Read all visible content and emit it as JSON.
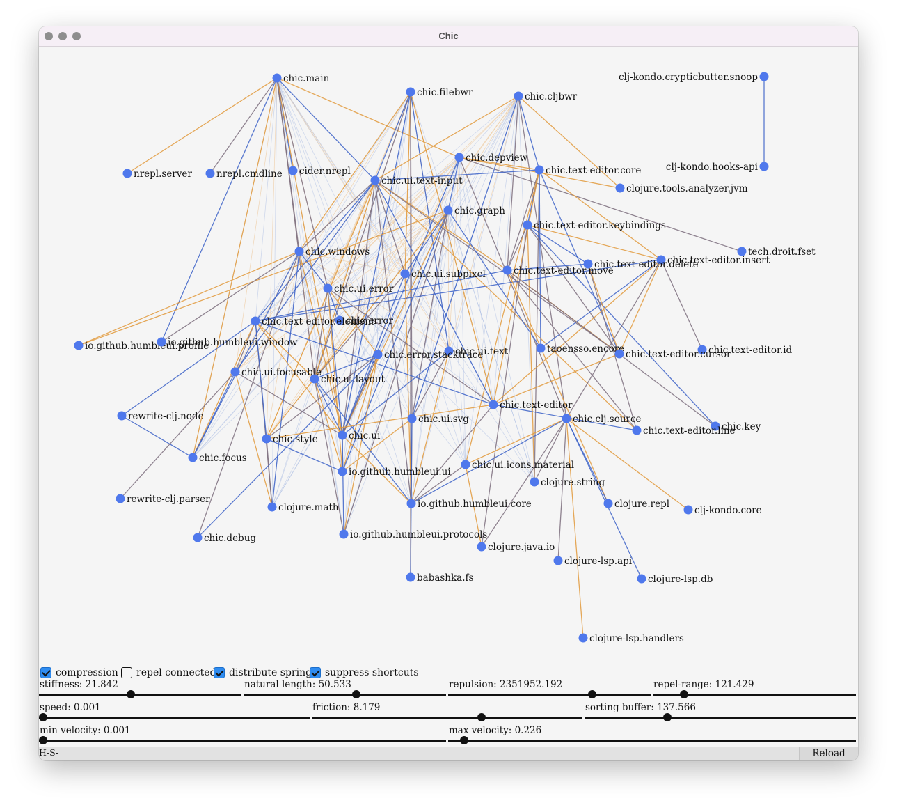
{
  "window": {
    "title": "Chic"
  },
  "graph": {
    "nodes": [
      {
        "id": "chic.main",
        "label": "chic.main"
      },
      {
        "id": "chic.filebwr",
        "label": "chic.filebwr"
      },
      {
        "id": "chic.cljbwr",
        "label": "chic.cljbwr"
      },
      {
        "id": "clj-kondo.crypticbutter.snoop",
        "label": "clj-kondo.crypticbutter.snoop"
      },
      {
        "id": "nrepl.server",
        "label": "nrepl.server"
      },
      {
        "id": "nrepl.cmdline",
        "label": "nrepl.cmdline"
      },
      {
        "id": "cider.nrepl",
        "label": "cider.nrepl"
      },
      {
        "id": "chic.depview",
        "label": "chic.depview"
      },
      {
        "id": "chic.text-editor.core",
        "label": "chic.text-editor.core"
      },
      {
        "id": "clj-kondo.hooks-api",
        "label": "clj-kondo.hooks-api"
      },
      {
        "id": "chic.ui.text-input",
        "label": "chic.ui.text-input"
      },
      {
        "id": "clojure.tools.analyzer.jvm",
        "label": "clojure.tools.analyzer.jvm"
      },
      {
        "id": "chic.graph",
        "label": "chic.graph"
      },
      {
        "id": "chic.text-editor.keybindings",
        "label": "chic.text-editor.keybindings"
      },
      {
        "id": "tech.droit.fset",
        "label": "tech.droit.fset"
      },
      {
        "id": "chic.windows",
        "label": "chic.windows"
      },
      {
        "id": "chic.text-editor.insert",
        "label": "chic.text-editor.insert"
      },
      {
        "id": "chic.text-editor.delete",
        "label": "chic.text-editor.delete"
      },
      {
        "id": "chic.text-editor.move",
        "label": "chic.text-editor.move"
      },
      {
        "id": "chic.ui.subpixel",
        "label": "chic.ui.subpixel"
      },
      {
        "id": "chic.ui.error",
        "label": "chic.ui.error"
      },
      {
        "id": "chic.error",
        "label": "chic.error"
      },
      {
        "id": "chic.text-editor.element",
        "label": "chic.text-editor.element"
      },
      {
        "id": "io.github.humbleui.profile",
        "label": "io.github.humbleui.profile"
      },
      {
        "id": "io.github.humbleui.window",
        "label": "io.github.humbleui.window"
      },
      {
        "id": "taoensso.encore",
        "label": "taoensso.encore"
      },
      {
        "id": "chic.text-editor.id",
        "label": "chic.text-editor.id"
      },
      {
        "id": "chic.ui.text",
        "label": "chic.ui.text"
      },
      {
        "id": "chic.error.stacktrace",
        "label": "chic.error.stacktrace"
      },
      {
        "id": "chic.text-editor.cursor",
        "label": "chic.text-editor.cursor"
      },
      {
        "id": "chic.ui.focusable",
        "label": "chic.ui.focusable"
      },
      {
        "id": "chic.ui.layout",
        "label": "chic.ui.layout"
      },
      {
        "id": "chic.text-editor",
        "label": "chic.text-editor"
      },
      {
        "id": "rewrite-clj.node",
        "label": "rewrite-clj.node"
      },
      {
        "id": "chic.ui.svg",
        "label": "chic.ui.svg"
      },
      {
        "id": "chic.clj.source",
        "label": "chic.clj.source"
      },
      {
        "id": "chic.key",
        "label": "chic.key"
      },
      {
        "id": "chic.text-editor.line",
        "label": "chic.text-editor.line"
      },
      {
        "id": "chic.style",
        "label": "chic.style"
      },
      {
        "id": "chic.ui",
        "label": "chic.ui"
      },
      {
        "id": "chic.focus",
        "label": "chic.focus"
      },
      {
        "id": "chic.ui.icons.material",
        "label": "chic.ui.icons.material"
      },
      {
        "id": "io.github.humbleui.ui",
        "label": "io.github.humbleui.ui"
      },
      {
        "id": "clojure.string",
        "label": "clojure.string"
      },
      {
        "id": "rewrite-clj.parser",
        "label": "rewrite-clj.parser"
      },
      {
        "id": "io.github.humbleui.core",
        "label": "io.github.humbleui.core"
      },
      {
        "id": "clojure.repl",
        "label": "clojure.repl"
      },
      {
        "id": "clojure.math",
        "label": "clojure.math"
      },
      {
        "id": "clj-kondo.core",
        "label": "clj-kondo.core"
      },
      {
        "id": "chic.debug",
        "label": "chic.debug"
      },
      {
        "id": "io.github.humbleui.protocols",
        "label": "io.github.humbleui.protocols"
      },
      {
        "id": "clojure.java.io",
        "label": "clojure.java.io"
      },
      {
        "id": "clojure-lsp.api",
        "label": "clojure-lsp.api"
      },
      {
        "id": "babashka.fs",
        "label": "babashka.fs"
      },
      {
        "id": "clojure-lsp.db",
        "label": "clojure-lsp.db"
      },
      {
        "id": "clojure-lsp.handlers",
        "label": "clojure-lsp.handlers"
      }
    ],
    "edges": [
      [
        "clj-kondo.crypticbutter.snoop",
        "clj-kondo.hooks-api"
      ],
      [
        "chic.main",
        "nrepl.server"
      ],
      [
        "chic.main",
        "nrepl.cmdline"
      ],
      [
        "chic.main",
        "cider.nrepl"
      ],
      [
        "chic.main",
        "chic.depview"
      ],
      [
        "chic.main",
        "chic.windows"
      ],
      [
        "chic.main",
        "chic.ui.text-input"
      ],
      [
        "chic.main",
        "chic.focus"
      ],
      [
        "chic.main",
        "chic.ui.error"
      ],
      [
        "chic.main",
        "io.github.humbleui.window"
      ],
      [
        "chic.main",
        "chic.ui"
      ],
      [
        "chic.main",
        "chic.ui.layout"
      ],
      [
        "chic.filebwr",
        "chic.ui.text-input"
      ],
      [
        "chic.filebwr",
        "chic.windows"
      ],
      [
        "chic.filebwr",
        "chic.ui.svg"
      ],
      [
        "chic.filebwr",
        "chic.ui.text"
      ],
      [
        "chic.filebwr",
        "chic.ui.subpixel"
      ],
      [
        "chic.filebwr",
        "chic.ui.layout"
      ],
      [
        "chic.filebwr",
        "chic.ui"
      ],
      [
        "chic.filebwr",
        "chic.text-editor"
      ],
      [
        "chic.filebwr",
        "babashka.fs"
      ],
      [
        "chic.cljbwr",
        "chic.text-editor.core"
      ],
      [
        "chic.cljbwr",
        "chic.ui.text-input"
      ],
      [
        "chic.cljbwr",
        "chic.clj.source"
      ],
      [
        "chic.cljbwr",
        "chic.ui.svg"
      ],
      [
        "chic.cljbwr",
        "clojure.tools.analyzer.jvm"
      ],
      [
        "chic.cljbwr",
        "chic.text-editor.move"
      ],
      [
        "chic.depview",
        "chic.graph"
      ],
      [
        "chic.depview",
        "chic.text-editor.core"
      ],
      [
        "chic.depview",
        "tech.droit.fset"
      ],
      [
        "chic.depview",
        "chic.ui"
      ],
      [
        "chic.depview",
        "clojure.tools.analyzer.jvm"
      ],
      [
        "chic.depview",
        "chic.clj.source"
      ],
      [
        "chic.text-editor.core",
        "chic.text-editor.keybindings"
      ],
      [
        "chic.text-editor.core",
        "chic.text-editor.insert"
      ],
      [
        "chic.text-editor.core",
        "chic.text-editor.move"
      ],
      [
        "chic.text-editor.core",
        "chic.text-editor.cursor"
      ],
      [
        "chic.text-editor.core",
        "chic.text-editor"
      ],
      [
        "chic.text-editor.core",
        "clojure.string"
      ],
      [
        "chic.text-editor.core",
        "taoensso.encore"
      ],
      [
        "chic.text-editor.core",
        "chic.ui.icons.material"
      ],
      [
        "chic.ui.text-input",
        "chic.windows"
      ],
      [
        "chic.ui.text-input",
        "chic.text-editor.core"
      ],
      [
        "chic.ui.text-input",
        "chic.text-editor.move"
      ],
      [
        "chic.ui.text-input",
        "chic.text-editor.cursor"
      ],
      [
        "chic.ui.text-input",
        "chic.ui.focusable"
      ],
      [
        "chic.ui.text-input",
        "chic.ui.layout"
      ],
      [
        "chic.ui.text-input",
        "chic.ui"
      ],
      [
        "chic.ui.text-input",
        "chic.text-editor"
      ],
      [
        "chic.ui.text-input",
        "chic.style"
      ],
      [
        "chic.ui.text-input",
        "chic.ui.subpixel"
      ],
      [
        "chic.ui.text-input",
        "chic.text-editor.element"
      ],
      [
        "chic.ui.text-input",
        "chic.text-editor.line"
      ],
      [
        "chic.ui.text-input",
        "io.github.humbleui.core"
      ],
      [
        "chic.graph",
        "chic.ui.subpixel"
      ],
      [
        "chic.graph",
        "chic.ui"
      ],
      [
        "chic.graph",
        "chic.ui.svg"
      ],
      [
        "chic.graph",
        "io.github.humbleui.ui"
      ],
      [
        "chic.graph",
        "chic.style"
      ],
      [
        "chic.graph",
        "io.github.humbleui.protocols"
      ],
      [
        "chic.graph",
        "taoensso.encore"
      ],
      [
        "chic.graph",
        "io.github.humbleui.profile"
      ],
      [
        "chic.text-editor.keybindings",
        "chic.text-editor.move"
      ],
      [
        "chic.text-editor.keybindings",
        "chic.text-editor.delete"
      ],
      [
        "chic.text-editor.keybindings",
        "chic.text-editor.insert"
      ],
      [
        "chic.text-editor.keybindings",
        "chic.text-editor.cursor"
      ],
      [
        "chic.text-editor.keybindings",
        "chic.key"
      ],
      [
        "chic.text-editor.keybindings",
        "clojure.string"
      ],
      [
        "chic.text-editor.keybindings",
        "clojure.java.io"
      ],
      [
        "chic.windows",
        "chic.ui.error"
      ],
      [
        "chic.windows",
        "io.github.humbleui.profile"
      ],
      [
        "chic.windows",
        "io.github.humbleui.window"
      ],
      [
        "chic.windows",
        "chic.focus"
      ],
      [
        "chic.windows",
        "chic.ui"
      ],
      [
        "chic.windows",
        "chic.debug"
      ],
      [
        "chic.windows",
        "clojure.math"
      ],
      [
        "chic.text-editor.insert",
        "chic.text-editor.cursor"
      ],
      [
        "chic.text-editor.insert",
        "chic.text-editor.id"
      ],
      [
        "chic.text-editor.insert",
        "taoensso.encore"
      ],
      [
        "chic.text-editor.insert",
        "chic.text-editor"
      ],
      [
        "chic.text-editor.insert",
        "chic.clj.source"
      ],
      [
        "chic.text-editor.insert",
        "chic.text-editor.element"
      ],
      [
        "chic.text-editor.delete",
        "chic.text-editor.cursor"
      ],
      [
        "chic.text-editor.delete",
        "chic.text-editor.line"
      ],
      [
        "chic.text-editor.delete",
        "chic.text-editor.move"
      ],
      [
        "chic.text-editor.move",
        "chic.text-editor.cursor"
      ],
      [
        "chic.text-editor.move",
        "chic.text-editor.line"
      ],
      [
        "chic.text-editor.move",
        "chic.text-editor.element"
      ],
      [
        "chic.text-editor.move",
        "clojure.repl"
      ],
      [
        "chic.text-editor.move",
        "chic.key"
      ],
      [
        "chic.ui.subpixel",
        "chic.ui"
      ],
      [
        "chic.ui.subpixel",
        "io.github.humbleui.core"
      ],
      [
        "chic.ui.subpixel",
        "chic.ui.layout"
      ],
      [
        "chic.ui.error",
        "chic.error"
      ],
      [
        "chic.ui.error",
        "chic.error.stacktrace"
      ],
      [
        "chic.ui.error",
        "chic.ui.layout"
      ],
      [
        "chic.ui.error",
        "chic.ui"
      ],
      [
        "chic.ui.error",
        "io.github.humbleui.ui"
      ],
      [
        "chic.ui.error",
        "chic.text-editor"
      ],
      [
        "chic.text-editor.element",
        "chic.text-editor"
      ],
      [
        "chic.text-editor.element",
        "chic.ui.layout"
      ],
      [
        "chic.text-editor.element",
        "chic.ui.focusable"
      ],
      [
        "chic.text-editor.element",
        "rewrite-clj.node"
      ],
      [
        "chic.text-editor.element",
        "chic.ui"
      ],
      [
        "chic.text-editor.element",
        "clojure.math"
      ],
      [
        "chic.text-editor.element",
        "chic.style"
      ],
      [
        "chic.text-editor.element",
        "chic.focus"
      ],
      [
        "chic.error.stacktrace",
        "chic.ui"
      ],
      [
        "chic.error.stacktrace",
        "chic.ui.layout"
      ],
      [
        "chic.error.stacktrace",
        "io.github.humbleui.ui"
      ],
      [
        "chic.error.stacktrace",
        "chic.style"
      ],
      [
        "chic.error.stacktrace",
        "chic.debug"
      ],
      [
        "chic.error.stacktrace",
        "io.github.humbleui.protocols"
      ],
      [
        "chic.ui.text",
        "chic.ui.svg"
      ],
      [
        "chic.ui.text",
        "chic.ui"
      ],
      [
        "chic.ui.text",
        "io.github.humbleui.core"
      ],
      [
        "chic.ui.focusable",
        "chic.ui"
      ],
      [
        "chic.ui.focusable",
        "chic.focus"
      ],
      [
        "chic.ui.focusable",
        "clojure.math"
      ],
      [
        "chic.ui.focusable",
        "rewrite-clj.parser"
      ],
      [
        "chic.ui.layout",
        "chic.ui"
      ],
      [
        "chic.ui.layout",
        "io.github.humbleui.ui"
      ],
      [
        "chic.ui.layout",
        "io.github.humbleui.protocols"
      ],
      [
        "chic.ui.layout",
        "io.github.humbleui.core"
      ],
      [
        "chic.text-editor",
        "chic.style"
      ],
      [
        "chic.text-editor",
        "io.github.humbleui.core"
      ],
      [
        "chic.text-editor",
        "chic.text-editor.line"
      ],
      [
        "chic.text-editor",
        "chic.text-editor.cursor"
      ],
      [
        "chic.clj.source",
        "clojure.string"
      ],
      [
        "chic.clj.source",
        "clojure.repl"
      ],
      [
        "chic.clj.source",
        "clj-kondo.core"
      ],
      [
        "chic.clj.source",
        "clojure-lsp.api"
      ],
      [
        "chic.clj.source",
        "clojure-lsp.db"
      ],
      [
        "chic.clj.source",
        "clojure-lsp.handlers"
      ],
      [
        "chic.clj.source",
        "clojure.java.io"
      ],
      [
        "chic.clj.source",
        "io.github.humbleui.core"
      ],
      [
        "chic.clj.source",
        "chic.ui.icons.material"
      ],
      [
        "chic.ui.svg",
        "io.github.humbleui.core"
      ],
      [
        "chic.ui.svg",
        "babashka.fs"
      ],
      [
        "chic.ui.svg",
        "io.github.humbleui.ui"
      ],
      [
        "chic.ui",
        "io.github.humbleui.ui"
      ],
      [
        "chic.ui",
        "io.github.humbleui.protocols"
      ],
      [
        "chic.ui",
        "io.github.humbleui.core"
      ],
      [
        "chic.style",
        "clojure.math"
      ],
      [
        "chic.style",
        "io.github.humbleui.ui"
      ],
      [
        "chic.ui.icons.material",
        "clojure.java.io"
      ],
      [
        "chic.ui.icons.material",
        "io.github.humbleui.core"
      ],
      [
        "rewrite-clj.node",
        "chic.focus"
      ]
    ]
  },
  "controls": {
    "checkboxes": [
      {
        "label": "compression",
        "checked": true
      },
      {
        "label": "repel connected",
        "checked": false
      },
      {
        "label": "distribute spring",
        "checked": true
      },
      {
        "label": "suppress shortcuts",
        "checked": true
      }
    ],
    "sliders": [
      {
        "label": "stiffness: 21.842",
        "value": 0.45
      },
      {
        "label": "natural length: 50.533",
        "value": 0.56
      },
      {
        "label": "repulsion: 2351952.192",
        "value": 0.72
      },
      {
        "label": "repel-range: 121.429",
        "value": 0.14
      },
      {
        "label": "speed: 0.001",
        "value": 0.0
      },
      {
        "label": "friction: 8.179",
        "value": 0.63
      },
      {
        "label": "sorting buffer: 137.566",
        "value": 0.3
      },
      {
        "label": "min velocity: 0.001",
        "value": 0.0
      },
      {
        "label": "max velocity: 0.226",
        "value": 0.03
      }
    ],
    "status": "H-S-",
    "reload_label": "Reload"
  },
  "colors": {
    "node": "#4f78ec",
    "edge_blue": "#3d63c8",
    "edge_orange": "#e29a3c",
    "edge_gray": "#7d6e7e"
  }
}
